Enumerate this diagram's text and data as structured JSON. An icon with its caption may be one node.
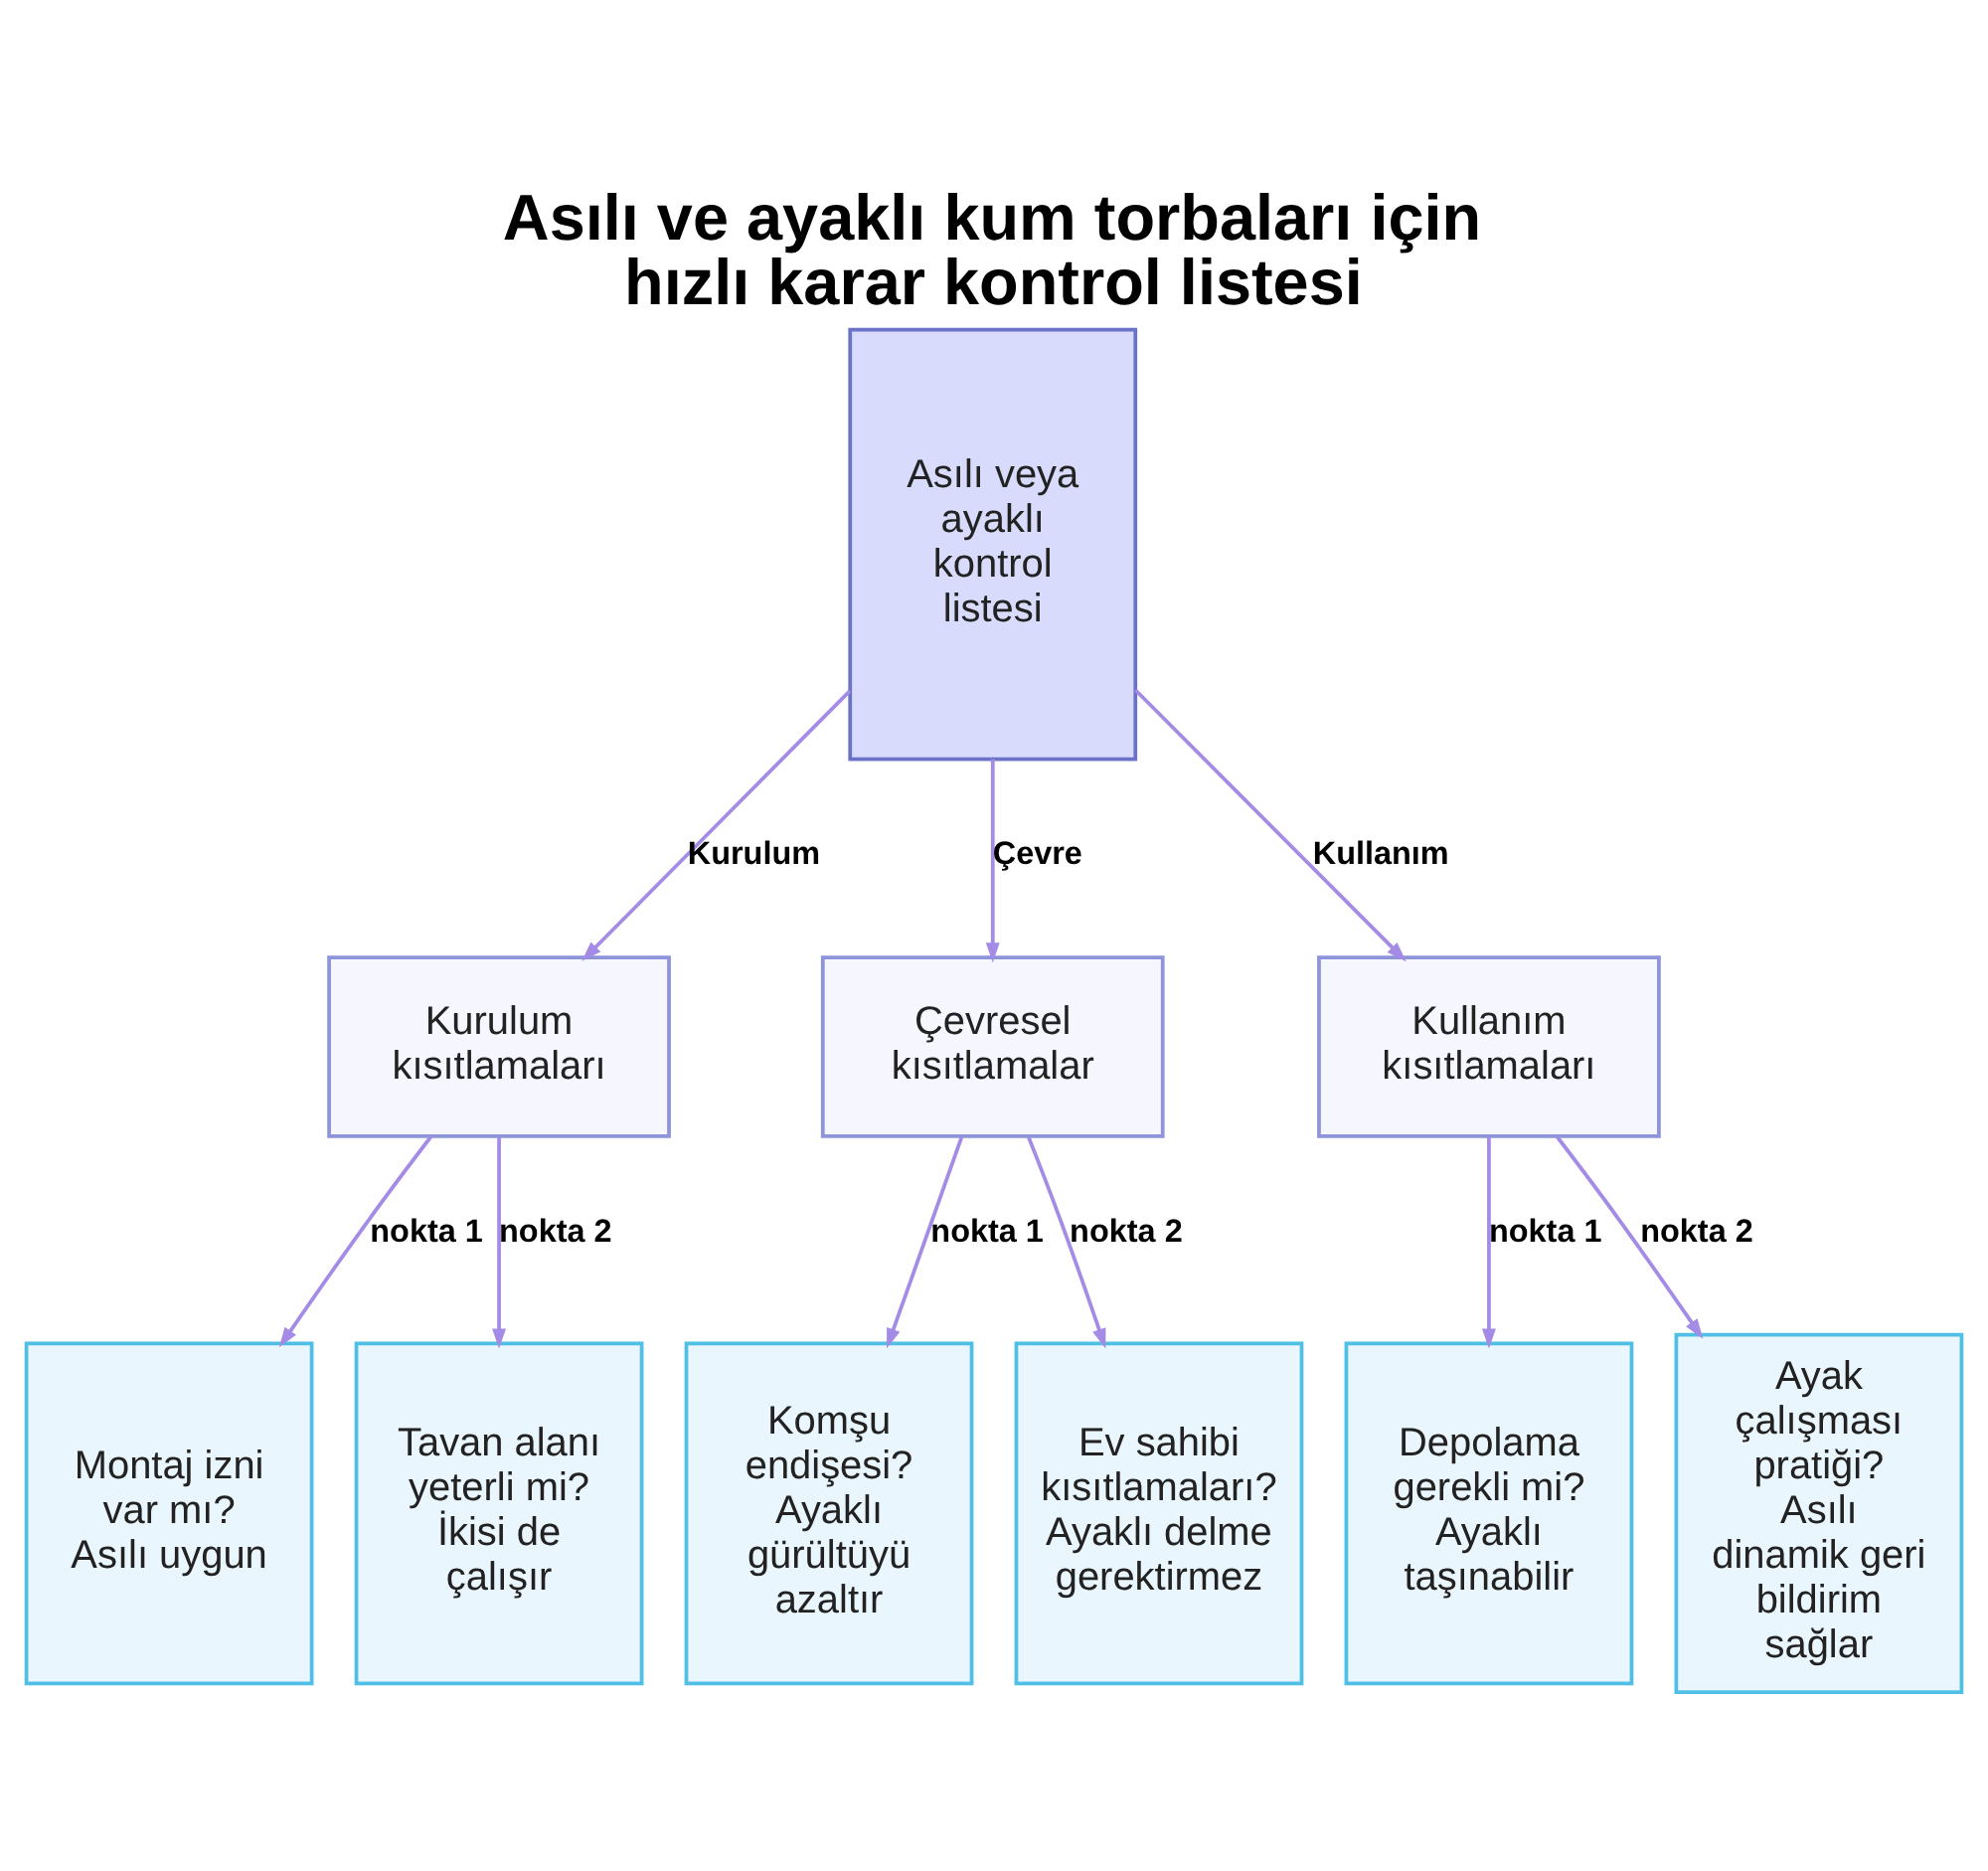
{
  "diagram": {
    "title": "Asılı ve ayaklı kum torbaları için hızlı karar kontrol listesi",
    "nodes": [
      {
        "text": [
          "Asılı veya ayaklı kontrol listesi"
        ]
      },
      {
        "text": [
          "Kurulum kısıtlamaları"
        ]
      },
      {
        "text": [
          "Çevresel kısıtlamalar"
        ]
      },
      {
        "text": [
          "Kullanım kısıtlamaları"
        ]
      },
      {
        "text": [
          "Montaj izni var mı? Asılı uygun"
        ]
      },
      {
        "text": [
          "Tavan alanı yeterli mi? İkisi de çalışır"
        ]
      },
      {
        "text": [
          "Komşu endişesi? Ayaklı gürültüyü azaltır"
        ]
      },
      {
        "text": [
          "Ev sahibi kısıtlamaları? Ayaklı delme gerektirmez"
        ]
      },
      {
        "text": [
          "Depolama gerekli mi? Ayaklı taşınabilir"
        ]
      },
      {
        "text": [
          "Ayak çalışması pratiği? Asılı dinamik geri bildirim sağlar"
        ]
      }
    ],
    "edges": [
      {
        "from": 0,
        "to": 1,
        "arrow": "to",
        "label": "Kurulum"
      },
      {
        "from": 0,
        "to": 2,
        "arrow": "to",
        "label": "Çevre"
      },
      {
        "from": 0,
        "to": 3,
        "arrow": "to",
        "label": "Kullanım"
      },
      {
        "from": 1,
        "to": 4,
        "arrow": "to",
        "label": "nokta 1"
      },
      {
        "from": 1,
        "to": 5,
        "arrow": "to",
        "label": "nokta 2"
      },
      {
        "from": 2,
        "to": 6,
        "arrow": "to",
        "label": "nokta 1"
      },
      {
        "from": 2,
        "to": 7,
        "arrow": "to",
        "label": "nokta 2"
      },
      {
        "from": 3,
        "to": 8,
        "arrow": "to",
        "label": "nokta 1"
      },
      {
        "from": 3,
        "to": 9,
        "arrow": "to",
        "label": "nokta 2"
      }
    ]
  }
}
